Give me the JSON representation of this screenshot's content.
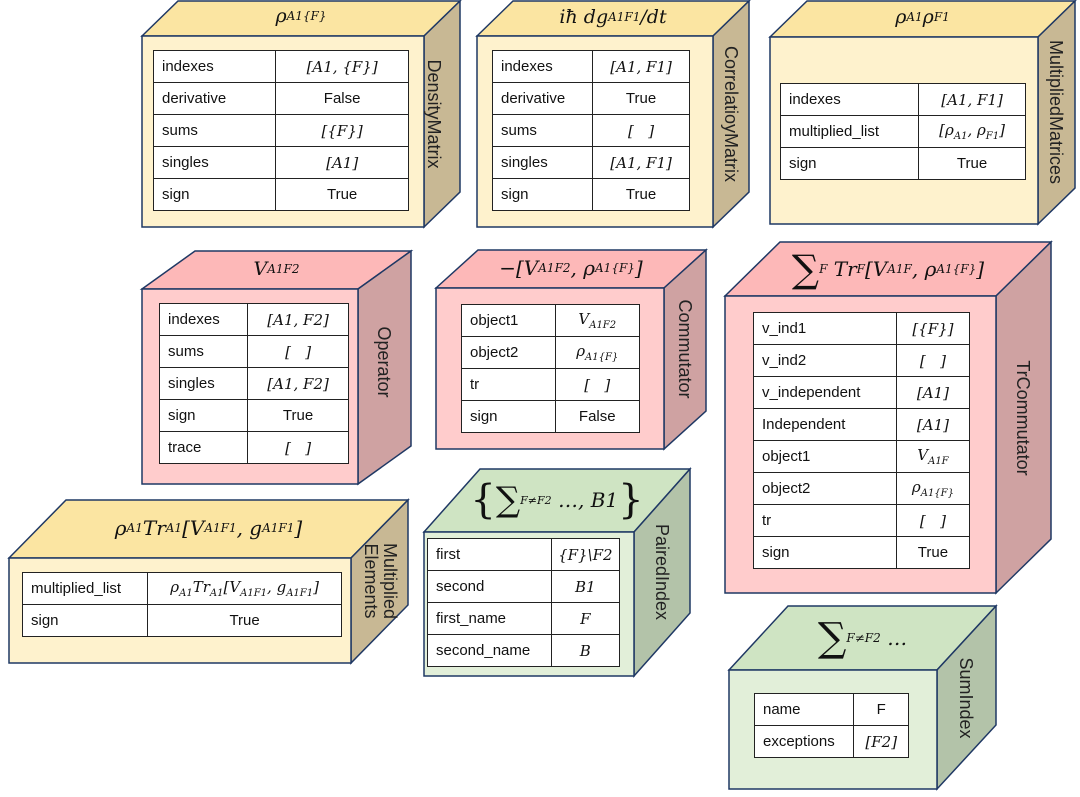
{
  "blocks": [
    {
      "id": "density_matrix",
      "title": "ρA1{F}",
      "class_name": "DensityMatrix",
      "color": "yellow",
      "rows": [
        [
          "indexes",
          "[A1, {F}]"
        ],
        [
          "derivative",
          "False"
        ],
        [
          "sums",
          "[{F}]"
        ],
        [
          "singles",
          "[A1]"
        ],
        [
          "sign",
          "True"
        ]
      ]
    },
    {
      "id": "correlation_matrix",
      "title": "iħ dgA1F1/dt",
      "class_name": "CorrelatioyMatrix",
      "color": "yellow",
      "rows": [
        [
          "indexes",
          "[A1, F1]"
        ],
        [
          "derivative",
          "True"
        ],
        [
          "sums",
          "[   ]"
        ],
        [
          "singles",
          "[A1, F1]"
        ],
        [
          "sign",
          "True"
        ]
      ]
    },
    {
      "id": "multiplied_matrices",
      "title": "ρA1ρF1",
      "class_name": "MultipliedMatrices",
      "color": "yellow",
      "rows": [
        [
          "indexes",
          "[A1, F1]"
        ],
        [
          "multiplied_list",
          "[ρA1, ρF1]"
        ],
        [
          "sign",
          "True"
        ]
      ]
    },
    {
      "id": "operator",
      "title": "VA1F2",
      "class_name": "Operator",
      "color": "pink",
      "rows": [
        [
          "indexes",
          "[A1, F2]"
        ],
        [
          "sums",
          "[   ]"
        ],
        [
          "singles",
          "[A1, F2]"
        ],
        [
          "sign",
          "True"
        ],
        [
          "trace",
          "[   ]"
        ]
      ]
    },
    {
      "id": "commutator",
      "title": "−[VA1F2, ρA1{F}]",
      "class_name": "Commutator",
      "color": "pink",
      "rows": [
        [
          "object1",
          "VA1F2"
        ],
        [
          "object2",
          "ρA1{F}"
        ],
        [
          "tr",
          "[   ]"
        ],
        [
          "sign",
          "False"
        ]
      ]
    },
    {
      "id": "tr_commutator",
      "title": "∑F TrF[VA1F, ρA1{F}]",
      "class_name": "TrCommutator",
      "color": "pink",
      "rows": [
        [
          "v_ind1",
          "[{F}]"
        ],
        [
          "v_ind2",
          "[   ]"
        ],
        [
          "v_independent",
          "[A1]"
        ],
        [
          "Independent",
          "[A1]"
        ],
        [
          "object1",
          "VA1F"
        ],
        [
          "object2",
          "ρA1{F}"
        ],
        [
          "tr",
          "[   ]"
        ],
        [
          "sign",
          "True"
        ]
      ]
    },
    {
      "id": "multiplied_elements",
      "title": "ρA1TrA1[VA1F1, gA1F1]",
      "class_name": "Multiplied Elements",
      "color": "yellow",
      "rows": [
        [
          "multiplied_list",
          "ρA1TrA1[VA1F1, gA1F1]"
        ],
        [
          "sign",
          "True"
        ]
      ]
    },
    {
      "id": "paired_index",
      "title": "{∑F≠F2 …, B1}",
      "class_name": "PairedIndex",
      "color": "green",
      "rows": [
        [
          "first",
          "{F}\\F2"
        ],
        [
          "second",
          "B1"
        ],
        [
          "first_name",
          "F"
        ],
        [
          "second_name",
          "B"
        ]
      ]
    },
    {
      "id": "sum_index",
      "title": "∑F≠F2 …",
      "class_name": "SumIndex",
      "color": "green",
      "rows": [
        [
          "name",
          "F"
        ],
        [
          "exceptions",
          "[F2]"
        ]
      ]
    }
  ],
  "colors": {
    "yellow": {
      "front": "#fef2cd",
      "top": "#fbe5a2",
      "side": "#c8b894"
    },
    "pink": {
      "front": "#ffcccc",
      "top": "#fdb8b8",
      "side": "#cfa2a2"
    },
    "green": {
      "front": "#e2efd9",
      "top": "#cfe4c3",
      "side": "#b3c3a9"
    },
    "outline": "#1f3864"
  }
}
